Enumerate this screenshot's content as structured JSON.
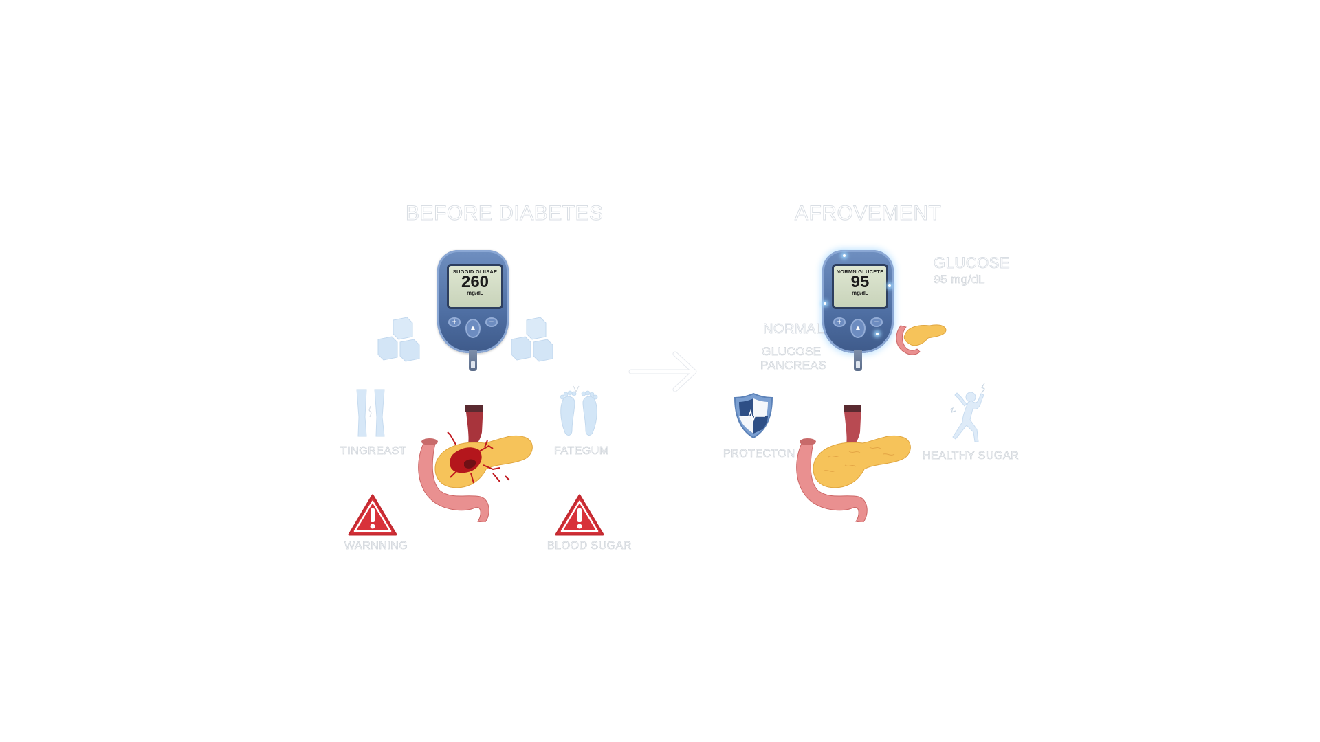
{
  "left_panel": {
    "title": "BEFORE DIABETES",
    "meter": {
      "screen_header": "SUGGID GLIISAE",
      "value": "260",
      "unit": "mg/dL"
    },
    "labels": {
      "legs": "TINGREAST",
      "feet": "FATEGUM",
      "warning_left": "WARNNING",
      "warning_right": "BLOOD SUGAR"
    }
  },
  "right_panel": {
    "title": "AFROVEMENT",
    "meter": {
      "screen_header": "NORMN GLUCETE",
      "value": "95",
      "unit": "mg/dL"
    },
    "glucose_note": {
      "title": "GLUCOSE",
      "value": "95 mg/dL"
    },
    "normal_label": "NORMAL",
    "glucose_pancreas_label": [
      "GLUCOSE",
      "PANCREAS"
    ],
    "labels": {
      "shield": "PROTECTON",
      "person": "HEALTHY SUGAR"
    }
  },
  "colors": {
    "warning_red": "#d8323a",
    "meter_blue": "#4f6fa3",
    "pancreas_yellow": "#f6c35a",
    "intestine_pink": "#e98c8c",
    "ice_blue": "#cfe3f5"
  }
}
